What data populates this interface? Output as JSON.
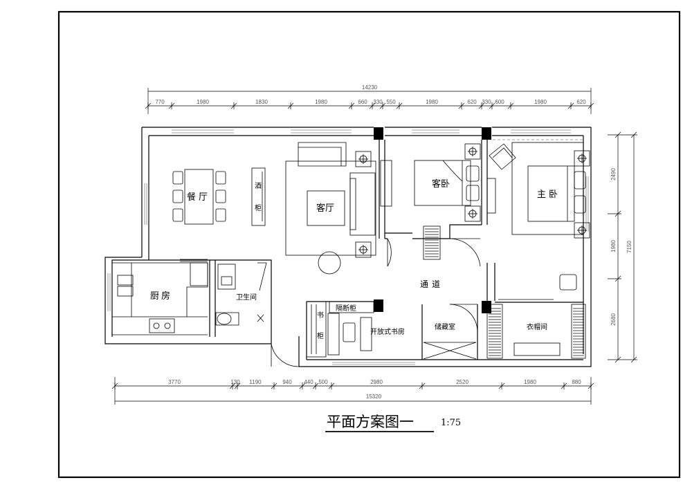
{
  "plan_title": "平面方案图一",
  "scale_text": "1:75",
  "top_overall_dim": "14230",
  "top_dims": [
    "770",
    "1980",
    "1830",
    "1980",
    "660",
    "330",
    "550",
    "1980",
    "620",
    "330",
    "600",
    "1980",
    "620"
  ],
  "bottom_dims": [
    "3770",
    "130",
    "1190",
    "940",
    "440",
    "500",
    "2980",
    "2520",
    "1980",
    "880"
  ],
  "bottom_overall_dim": "15320",
  "right_dims": [
    "2490",
    "1980",
    "2680"
  ],
  "right_overall_dim": "7150",
  "rooms": {
    "dining": "餐厅",
    "wine_cabinet_1": "酒",
    "wine_cabinet_2": "柜",
    "living": "客厅",
    "guest_bedroom": "客卧",
    "master_bedroom": "主卧",
    "kitchen": "厨房",
    "bathroom": "卫生间",
    "corridor": "通道",
    "partition_cabinet": "隔断柜",
    "bookcase_1": "书",
    "bookcase_2": "柜",
    "open_study": "开放式书房",
    "storage": "储藏室",
    "cloakroom": "衣帽间"
  }
}
